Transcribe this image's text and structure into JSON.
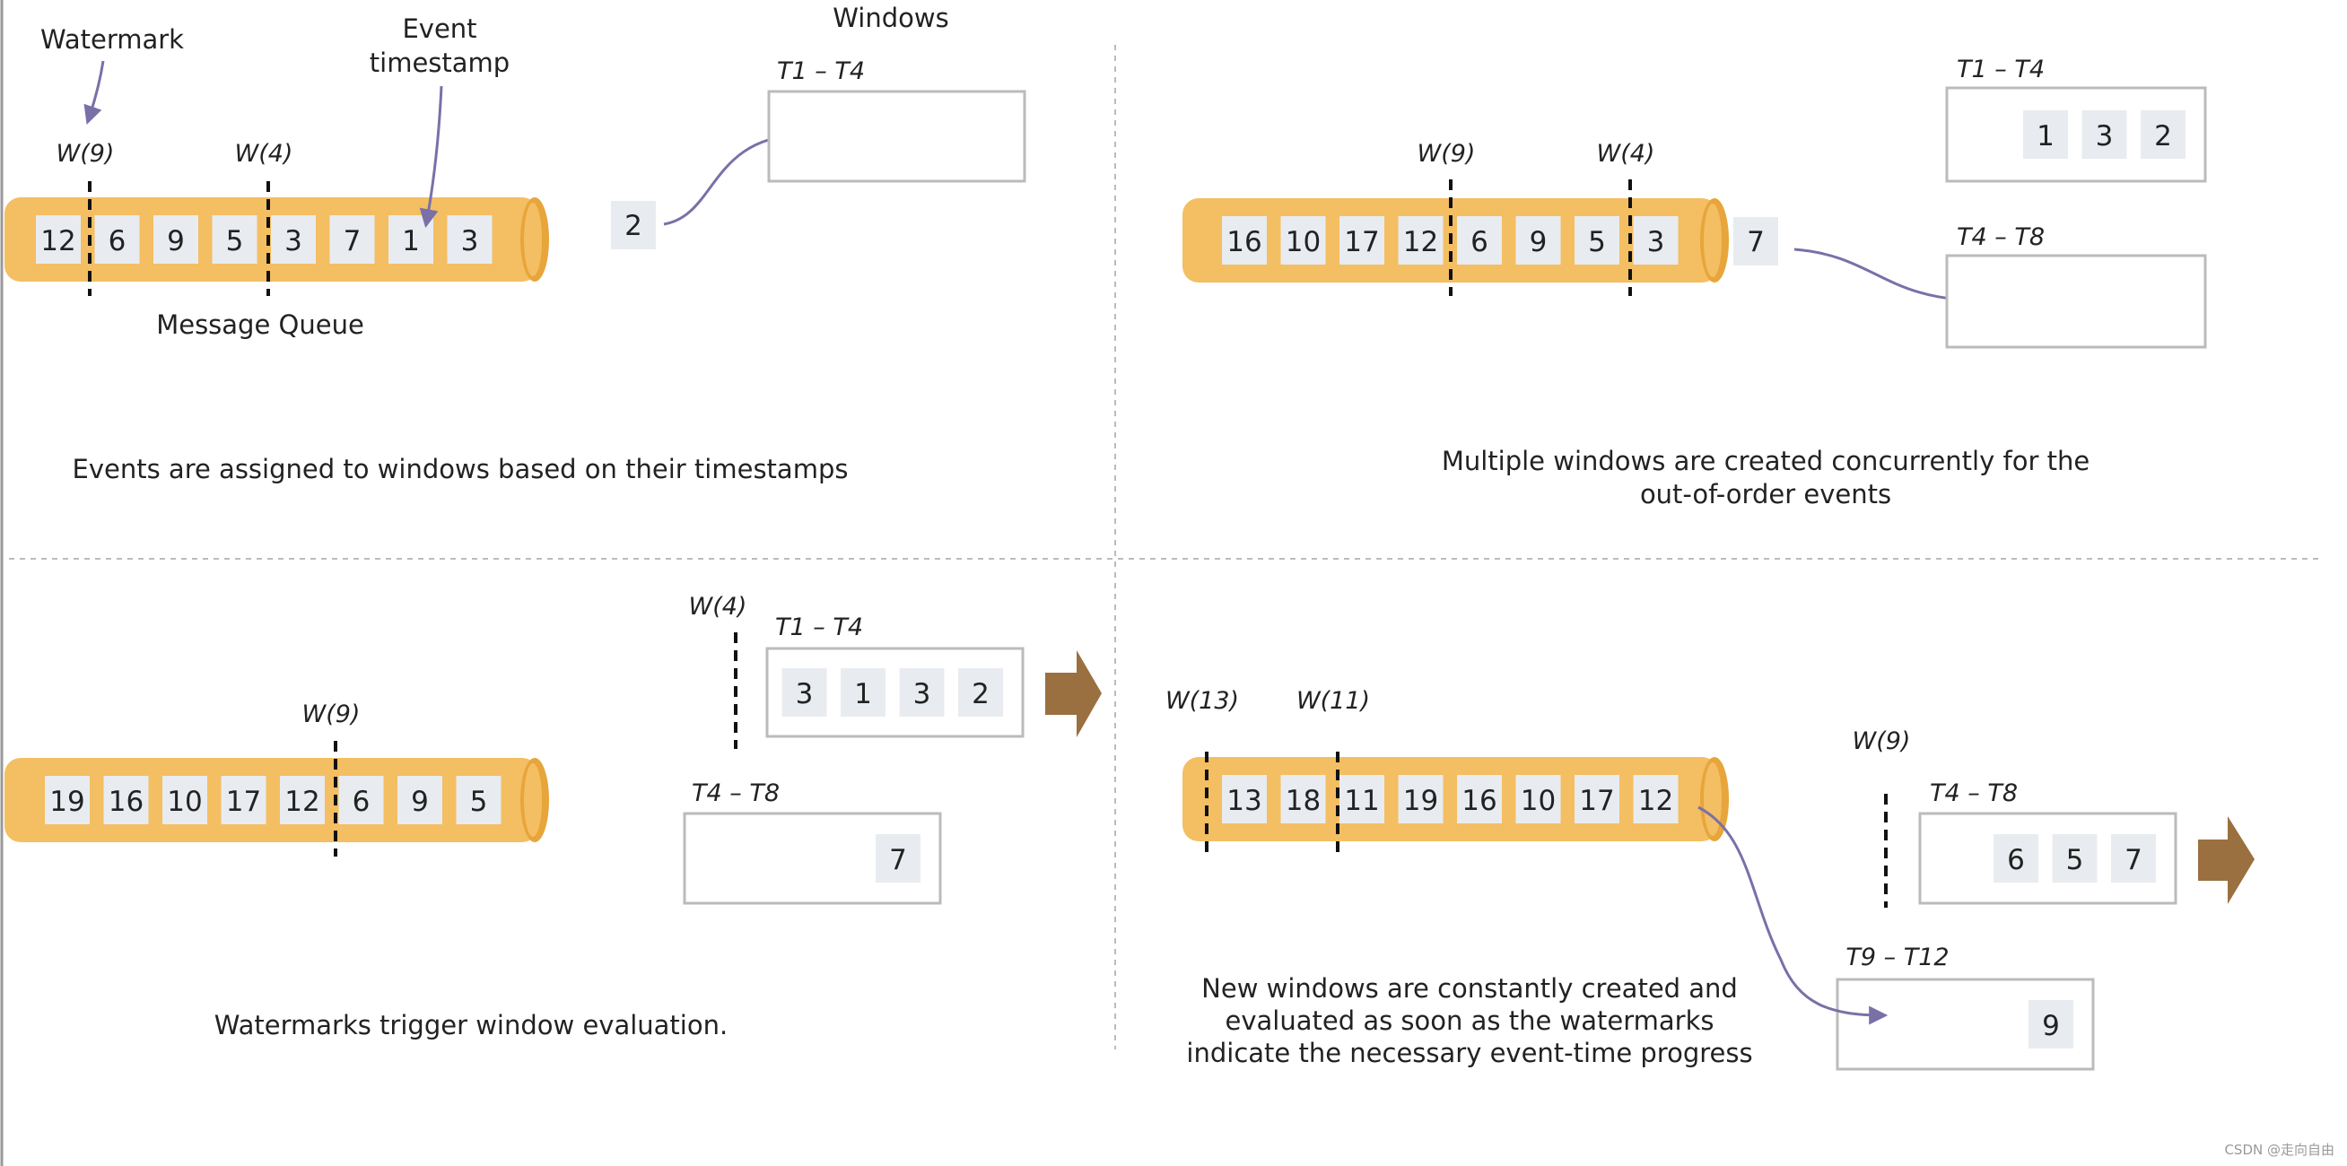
{
  "labels": {
    "watermark": "Watermark",
    "event_ts_line1": "Event",
    "event_ts_line2": "timestamp",
    "windows_header": "Windows",
    "message_queue": "Message Queue"
  },
  "captions": {
    "q1": "Events are assigned to windows based on their timestamps",
    "q2_line1": "Multiple windows are created concurrently for the",
    "q2_line2": "out-of-order events",
    "q3": "Watermarks trigger window evaluation.",
    "q4_line1": "New windows are constantly created and",
    "q4_line2": "evaluated as soon as the watermarks",
    "q4_line3": "indicate the necessary event-time progress"
  },
  "q1": {
    "queue": [
      "12",
      "6",
      "9",
      "5",
      "3",
      "7",
      "1",
      "3"
    ],
    "watermarks": [
      "W(9)",
      "W(4)"
    ],
    "incoming": "2",
    "windows": [
      {
        "label": "T1 – T4",
        "events": []
      }
    ]
  },
  "q2": {
    "queue": [
      "16",
      "10",
      "17",
      "12",
      "6",
      "9",
      "5",
      "3"
    ],
    "watermarks": [
      "W(9)",
      "W(4)"
    ],
    "incoming": "7",
    "windows": [
      {
        "label": "T1 – T4",
        "events": [
          "1",
          "3",
          "2"
        ]
      },
      {
        "label": "T4 – T8",
        "events": []
      }
    ]
  },
  "q3": {
    "queue": [
      "19",
      "16",
      "10",
      "17",
      "12",
      "6",
      "9",
      "5"
    ],
    "watermarks": [
      "W(9)"
    ],
    "emitted_watermark": "W(4)",
    "windows": [
      {
        "label": "T1 – T4",
        "events": [
          "3",
          "1",
          "3",
          "2"
        ]
      },
      {
        "label": "T4 – T8",
        "events": [
          "7"
        ]
      }
    ]
  },
  "q4": {
    "queue": [
      "13",
      "18",
      "11",
      "19",
      "16",
      "10",
      "17",
      "12"
    ],
    "watermarks": [
      "W(13)",
      "W(11)"
    ],
    "emitted_watermark": "W(9)",
    "windows": [
      {
        "label": "T4 – T8",
        "events": [
          "6",
          "5",
          "7"
        ]
      },
      {
        "label": "T9 – T12",
        "events": [
          "9"
        ]
      }
    ]
  },
  "footer": "CSDN @走向自由",
  "colors": {
    "tube": "#F4BE62",
    "tube_edge": "#E7A53C",
    "cell": "#E8ECF0",
    "arrow": "#7A70A8",
    "box_border": "#BBBBBB",
    "big_arrow": "#9A7040"
  }
}
